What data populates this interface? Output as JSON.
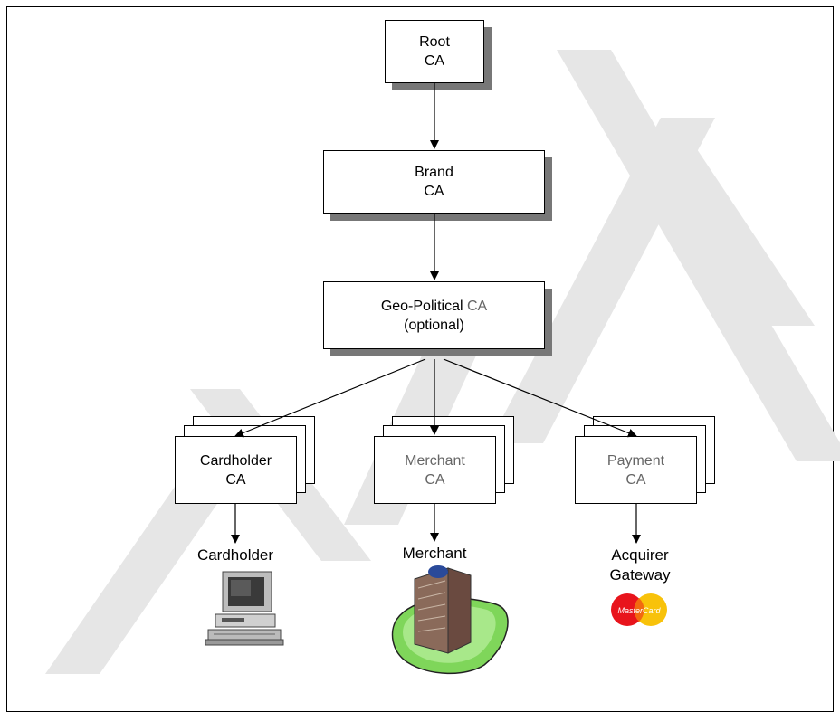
{
  "watermark": {
    "color": "#e6e6e6"
  },
  "nodes": {
    "root": {
      "line1": "Root",
      "line2": "CA"
    },
    "brand": {
      "line1": "Brand",
      "line2": "CA"
    },
    "geo": {
      "line1a": "Geo-Political",
      "line1b": " CA",
      "line2": "(optional)"
    },
    "cardholder_ca": {
      "line1": "Cardholder",
      "line2": "CA"
    },
    "merchant_ca": {
      "line1": "Merchant",
      "line2": "CA"
    },
    "payment_ca": {
      "line1": "Payment",
      "line2": "CA"
    }
  },
  "endpoints": {
    "cardholder": {
      "label": "Cardholder",
      "icon": "computer-icon"
    },
    "merchant": {
      "label": "Merchant",
      "icon": "office-building-icon"
    },
    "acquirer": {
      "line1": "Acquirer",
      "line2": "Gateway",
      "icon": "mastercard-logo"
    }
  },
  "logo": {
    "text": "MasterCard",
    "red": "#e8141c",
    "yellow": "#f8c20a"
  },
  "colors": {
    "shadow": "#777777",
    "text_muted": "#666666"
  }
}
